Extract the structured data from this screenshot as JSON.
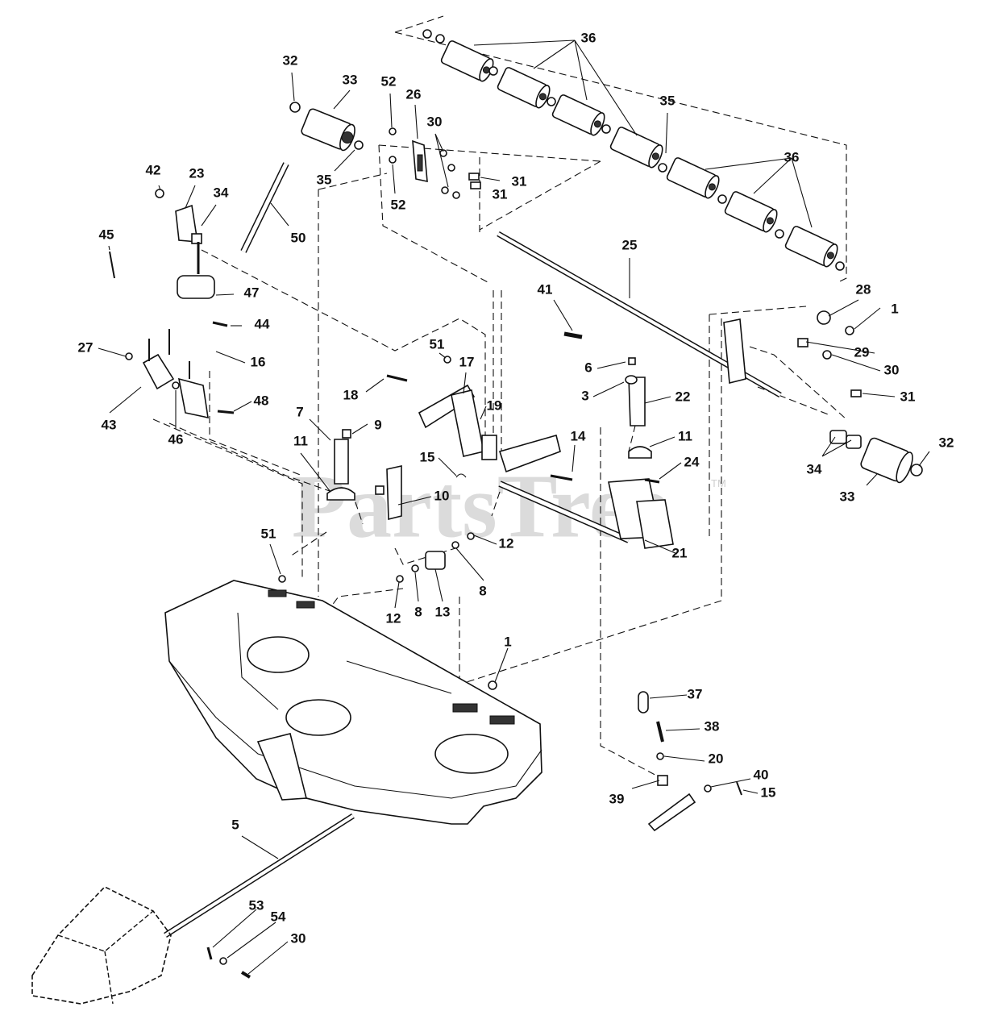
{
  "watermark": "PartsTree",
  "trademark": "TM",
  "callouts": [
    {
      "label": "36"
    },
    {
      "label": "36"
    },
    {
      "label": "35"
    },
    {
      "label": "33"
    },
    {
      "label": "32"
    },
    {
      "label": "52"
    },
    {
      "label": "26"
    },
    {
      "label": "30"
    },
    {
      "label": "31"
    },
    {
      "label": "31"
    },
    {
      "label": "35"
    },
    {
      "label": "52"
    },
    {
      "label": "42"
    },
    {
      "label": "23"
    },
    {
      "label": "34"
    },
    {
      "label": "50"
    },
    {
      "label": "45"
    },
    {
      "label": "47"
    },
    {
      "label": "44"
    },
    {
      "label": "25"
    },
    {
      "label": "41"
    },
    {
      "label": "28"
    },
    {
      "label": "1"
    },
    {
      "label": "29"
    },
    {
      "label": "30"
    },
    {
      "label": "31"
    },
    {
      "label": "27"
    },
    {
      "label": "16"
    },
    {
      "label": "48"
    },
    {
      "label": "43"
    },
    {
      "label": "46"
    },
    {
      "label": "51"
    },
    {
      "label": "17"
    },
    {
      "label": "18"
    },
    {
      "label": "19"
    },
    {
      "label": "6"
    },
    {
      "label": "3"
    },
    {
      "label": "22"
    },
    {
      "label": "7"
    },
    {
      "label": "9"
    },
    {
      "label": "11"
    },
    {
      "label": "14"
    },
    {
      "label": "11"
    },
    {
      "label": "15"
    },
    {
      "label": "10"
    },
    {
      "label": "24"
    },
    {
      "label": "34"
    },
    {
      "label": "33"
    },
    {
      "label": "32"
    },
    {
      "label": "12"
    },
    {
      "label": "21"
    },
    {
      "label": "51"
    },
    {
      "label": "8"
    },
    {
      "label": "12"
    },
    {
      "label": "8"
    },
    {
      "label": "13"
    },
    {
      "label": "1"
    },
    {
      "label": "37"
    },
    {
      "label": "38"
    },
    {
      "label": "20"
    },
    {
      "label": "39"
    },
    {
      "label": "40"
    },
    {
      "label": "15"
    },
    {
      "label": "5"
    },
    {
      "label": "53"
    },
    {
      "label": "54"
    },
    {
      "label": "30"
    }
  ]
}
